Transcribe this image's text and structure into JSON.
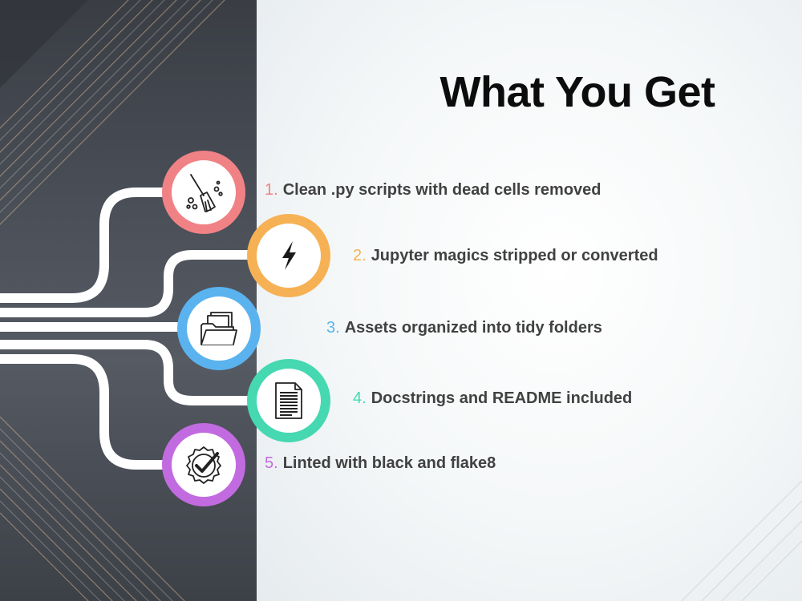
{
  "title": "What You Get",
  "items": [
    {
      "number": "1.",
      "text": "Clean .py scripts with dead cells removed",
      "color": "#f08286",
      "icon": "broom-icon"
    },
    {
      "number": "2.",
      "text": "Jupyter magics stripped or converted",
      "color": "#f7b155",
      "icon": "lightning-icon"
    },
    {
      "number": "3.",
      "text": "Assets organized into tidy folders",
      "color": "#5ab3ee",
      "icon": "folder-documents-icon"
    },
    {
      "number": "4.",
      "text": "Docstrings and README included",
      "color": "#45d8b1",
      "icon": "document-icon"
    },
    {
      "number": "5.",
      "text": "Linted with black and flake8",
      "color": "#c26be0",
      "icon": "badge-check-icon"
    }
  ]
}
